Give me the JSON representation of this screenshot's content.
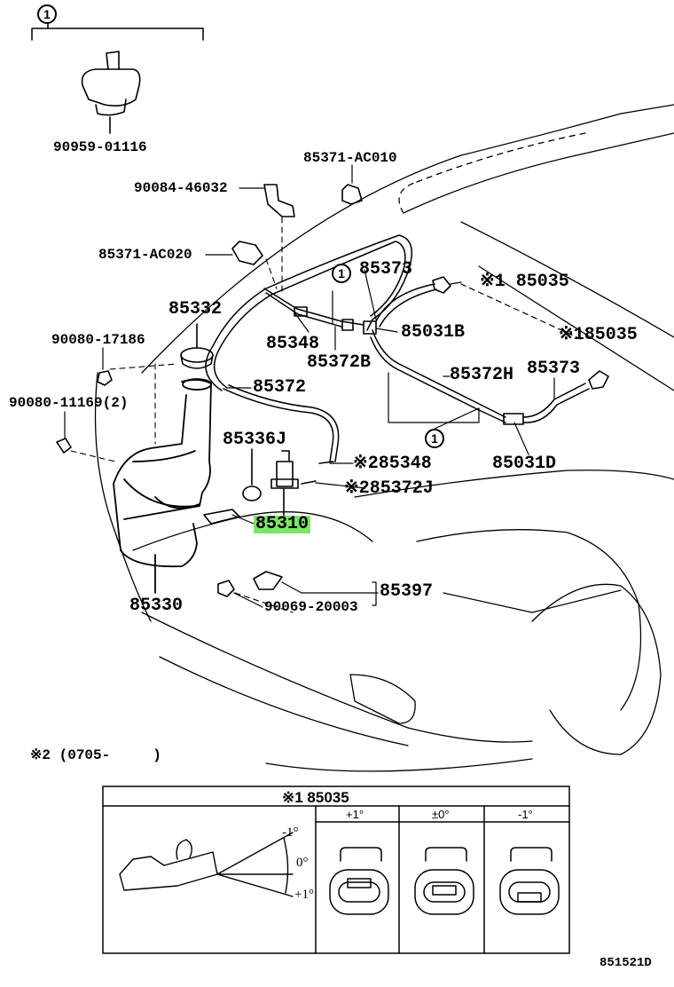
{
  "ref_marks": {
    "one": "1"
  },
  "parts": {
    "p_90959_01116": "90959-01116",
    "p_85371_ac010": "85371-AC010",
    "p_90084_46032": "90084-46032",
    "p_85371_ac020": "85371-AC020",
    "p_85373_top": "85373",
    "p_85035_top": "85035",
    "p_85332": "85332",
    "p_85348_a": "85348",
    "p_85031b": "85031B",
    "p_85035_right": "85035",
    "p_90080_17186": "90080-17186",
    "p_85372b": "85372B",
    "p_85373_right": "85373",
    "p_85372h": "85372H",
    "p_85372": "85372",
    "p_90080_11169": "90080-11169(2)",
    "p_85336j": "85336J",
    "p_85348_b": "85348",
    "p_85031d": "85031D",
    "p_85372j": "85372J",
    "p_85310": "85310",
    "p_85397": "85397",
    "p_85330": "85330",
    "p_90069_20003": "90069-20003"
  },
  "marks": {
    "star1_top": "※1",
    "star1_right": "※1",
    "star2_a": "※2",
    "star2_b": "※2"
  },
  "footnote": "※2 (0705-　　　)",
  "table": {
    "header": "※1 85035",
    "col1": "+1°",
    "col2": "±0°",
    "col3": "-1°",
    "angle_top": "-1°",
    "angle_mid": "0°",
    "angle_bot": "+1°"
  },
  "diagram_id": "851521D",
  "highlight_color": "#7de36b"
}
